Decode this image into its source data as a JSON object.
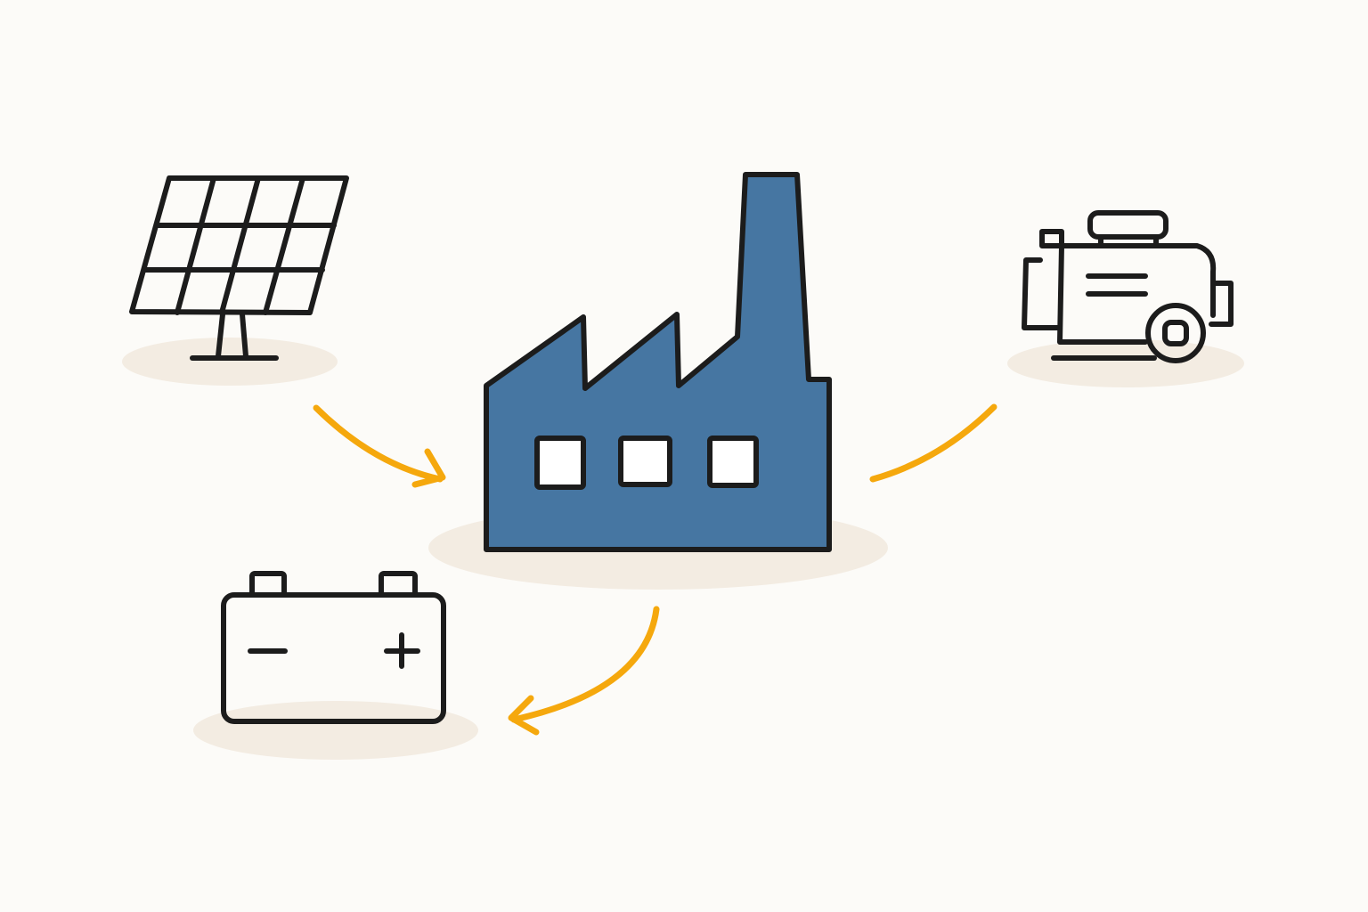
{
  "colors": {
    "background": "#fcfbf8",
    "shadow": "#f3ece2",
    "outline": "#1c1c1c",
    "factory_fill": "#4676a2",
    "window_fill": "#ffffff",
    "flow_arrow": "#f5a80d"
  },
  "nodes": [
    {
      "name": "solar-panel-icon",
      "icon": "solar-panel"
    },
    {
      "name": "factory-icon",
      "icon": "factory"
    },
    {
      "name": "generator-icon",
      "icon": "generator"
    },
    {
      "name": "battery-icon",
      "icon": "battery"
    }
  ],
  "flows": [
    {
      "from": "solar-panel-icon",
      "to": "factory-icon",
      "arrowhead": true
    },
    {
      "from": "generator-icon",
      "to": "factory-icon",
      "arrowhead": false
    },
    {
      "from": "factory-icon",
      "to": "battery-icon",
      "arrowhead": true
    }
  ]
}
